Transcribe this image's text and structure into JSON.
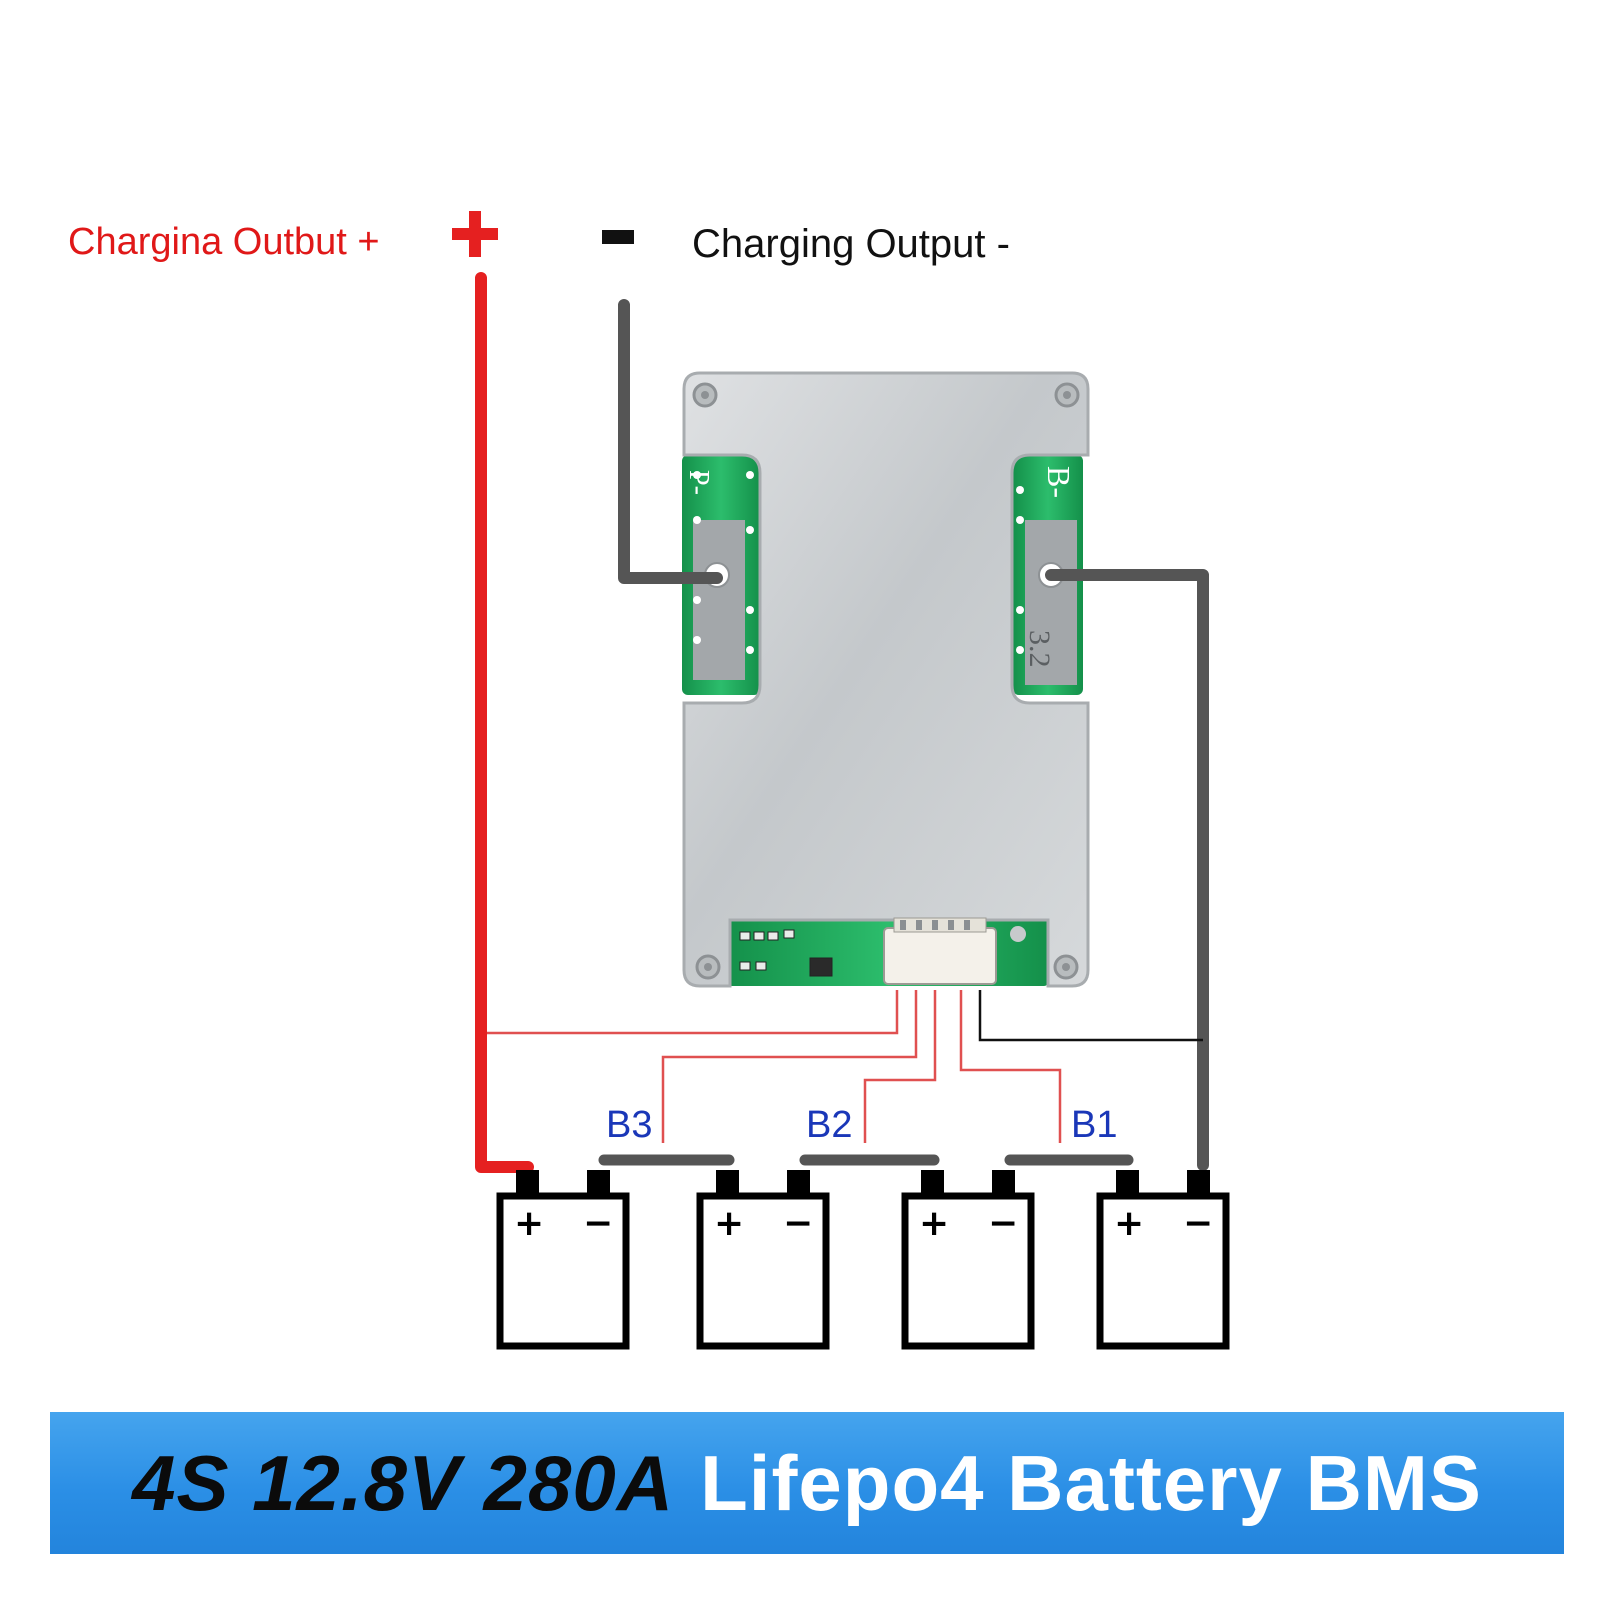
{
  "labels": {
    "charge_pos": "Chargina Outbut +",
    "charge_neg": "Charging Output -",
    "b3": "B3",
    "b2": "B2",
    "b1": "B1",
    "bms_p_pad": "P-",
    "bms_b_pad": "B-",
    "bms_rev": "3.2"
  },
  "batteries": [
    {
      "plus": "+",
      "minus": "−"
    },
    {
      "plus": "+",
      "minus": "−"
    },
    {
      "plus": "+",
      "minus": "−"
    },
    {
      "plus": "+",
      "minus": "−"
    }
  ],
  "banner": {
    "spec": "4S 12.8V 280A",
    "product": "Lifepo4 Battery BMS"
  },
  "colors": {
    "positive_wire": "#e52020",
    "negative_wire": "#555555",
    "balance_wire": "#e05050",
    "label_red": "#e01818",
    "label_blue": "#1a37b8",
    "banner_blue": "#2b8fe6",
    "pcb_green": "#1fa85a",
    "shield_silver": "#cfd2d4"
  }
}
